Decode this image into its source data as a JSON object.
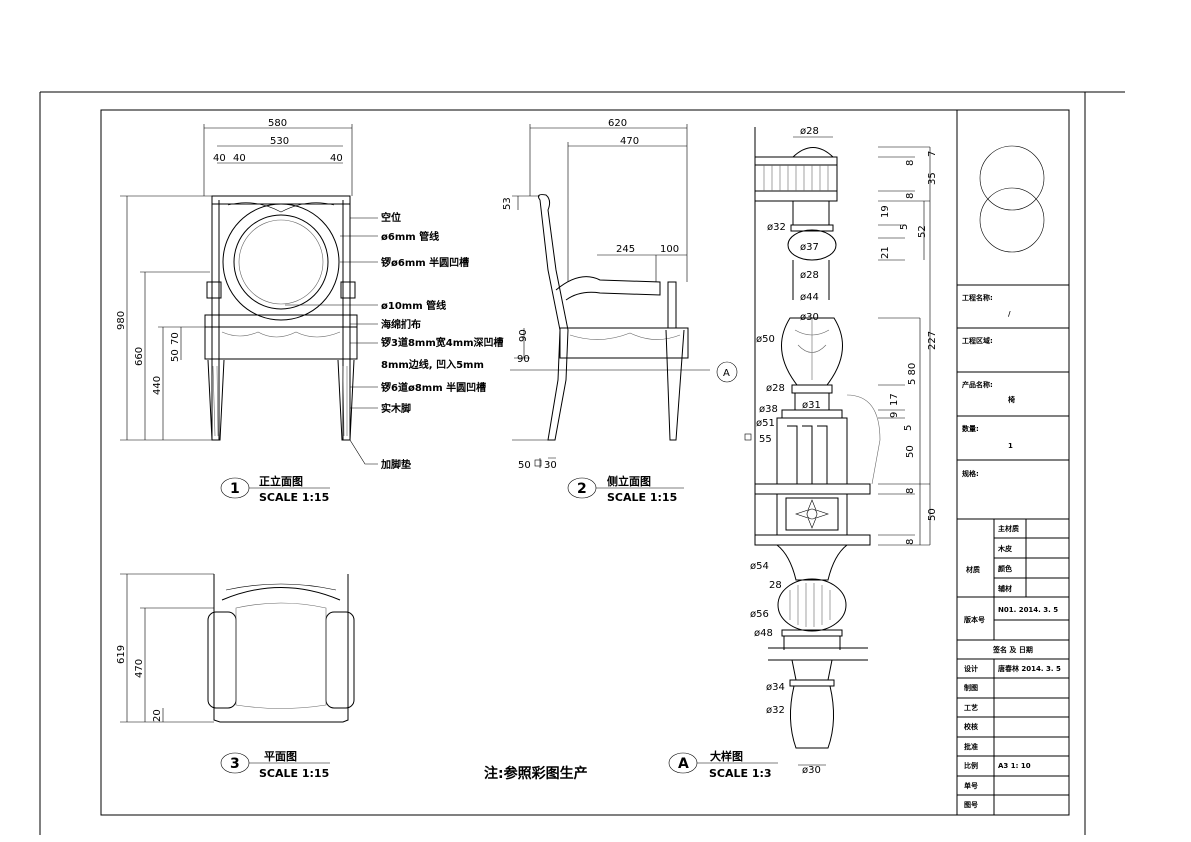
{
  "front": {
    "title": "正立面图",
    "scale": "SCALE 1:15",
    "num": "1",
    "dims": [
      "580",
      "530",
      "40",
      "40",
      "40",
      "980",
      "660",
      "440",
      "70",
      "50"
    ],
    "notes": [
      "空位",
      "ø6mm 管线",
      "锣ø6mm 半圆凹槽",
      "ø10mm 管线",
      "海绵扪布",
      "锣3道8mm宽4mm深凹槽",
      "8mm边线, 凹入5mm",
      "锣6道ø8mm 半圆凹槽",
      "实木脚",
      "加脚垫"
    ]
  },
  "side": {
    "title": "侧立面图",
    "scale": "SCALE 1:15",
    "num": "2",
    "dims": [
      "620",
      "470",
      "53",
      "245",
      "100",
      "90",
      "90",
      "50",
      "30"
    ]
  },
  "plan": {
    "title": "平面图",
    "scale": "SCALE 1:15",
    "num": "3",
    "dims": [
      "619",
      "470",
      "20"
    ]
  },
  "detail": {
    "title": "大样图",
    "scale": "SCALE 1:3",
    "num": "A",
    "diams": [
      "ø28",
      "ø32",
      "ø37",
      "ø28",
      "ø44",
      "ø30",
      "ø50",
      "ø28",
      "ø38",
      "ø31",
      "ø51",
      "55",
      "ø54",
      "28",
      "ø56",
      "ø48",
      "ø34",
      "ø32",
      "ø30"
    ],
    "dims": [
      "7",
      "8",
      "35",
      "8",
      "19",
      "5",
      "52",
      "21",
      "227",
      "5 80",
      "17",
      "9",
      "5",
      "50",
      "8",
      "50",
      "8"
    ]
  },
  "note": "注:参照彩图生产",
  "titleblock": {
    "project_name_label": "工程名称:",
    "project_name": "/",
    "project_area_label": "工程区域:",
    "product_label": "产品名称:",
    "product": "椅",
    "qty_label": "数量:",
    "qty": "1",
    "spec_label": "规格:",
    "material_label": "材质",
    "materials": [
      "主材质",
      "木皮",
      "颜色",
      "辅材"
    ],
    "version_label": "版本号",
    "version": "N01. 2014. 3. 5",
    "sign_header": "签名 及 日期",
    "rows": [
      {
        "k": "设计",
        "v": "唐春林 2014. 3. 5"
      },
      {
        "k": "制图",
        "v": ""
      },
      {
        "k": "工艺",
        "v": ""
      },
      {
        "k": "校核",
        "v": ""
      },
      {
        "k": "批准",
        "v": ""
      },
      {
        "k": "比例",
        "v": "A3 1: 10"
      },
      {
        "k": "单号",
        "v": ""
      },
      {
        "k": "图号",
        "v": ""
      }
    ]
  }
}
